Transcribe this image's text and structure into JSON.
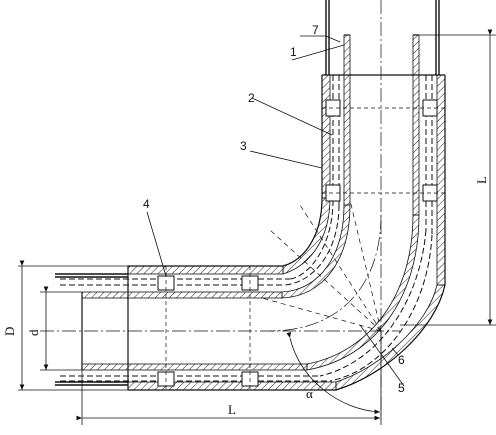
{
  "diagram": {
    "labels": {
      "part_1": "1",
      "part_2": "2",
      "part_3": "3",
      "part_4": "4",
      "part_5": "5",
      "part_6": "6",
      "part_7": "7"
    },
    "dimensions": {
      "outer_diameter": "D",
      "inner_diameter": "d",
      "horizontal_length": "L",
      "vertical_length": "L",
      "angle": "α"
    }
  }
}
